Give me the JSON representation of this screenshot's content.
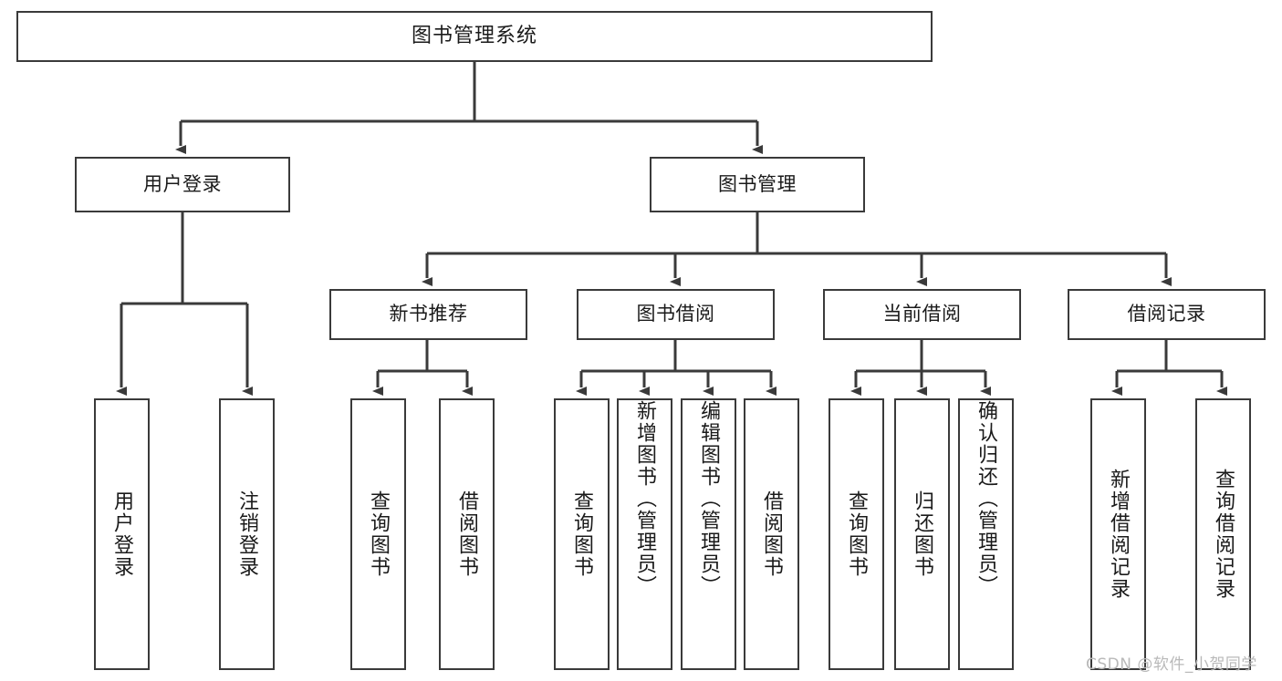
{
  "diagram": {
    "type": "tree",
    "title": "图书管理系统",
    "root": {
      "label": "图书管理系统"
    },
    "level2": [
      {
        "label": "用户登录"
      },
      {
        "label": "图书管理"
      }
    ],
    "level3": [
      {
        "label": "新书推荐"
      },
      {
        "label": "图书借阅"
      },
      {
        "label": "当前借阅"
      },
      {
        "label": "借阅记录"
      }
    ],
    "leaves": {
      "user_login": [
        {
          "label": "用户登录"
        },
        {
          "label": "注销登录"
        }
      ],
      "new_book_recommend": [
        {
          "label": "查询图书"
        },
        {
          "label": "借阅图书"
        }
      ],
      "book_borrow": [
        {
          "label": "查询图书"
        },
        {
          "label": "新增图书（管理员）"
        },
        {
          "label": "编辑图书（管理员）"
        },
        {
          "label": "借阅图书"
        }
      ],
      "current_borrow": [
        {
          "label": "查询图书"
        },
        {
          "label": "归还图书"
        },
        {
          "label": "确认归还（管理员）"
        }
      ],
      "borrow_record": [
        {
          "label": "新增借阅记录"
        },
        {
          "label": "查询借阅记录"
        }
      ]
    }
  },
  "watermark": {
    "text": "CSDN @软件_小贺同学"
  },
  "colors": {
    "border": "#3a3a3a",
    "background": "#ffffff",
    "text": "#1a1a1a",
    "watermark": "#b9b9b9"
  }
}
